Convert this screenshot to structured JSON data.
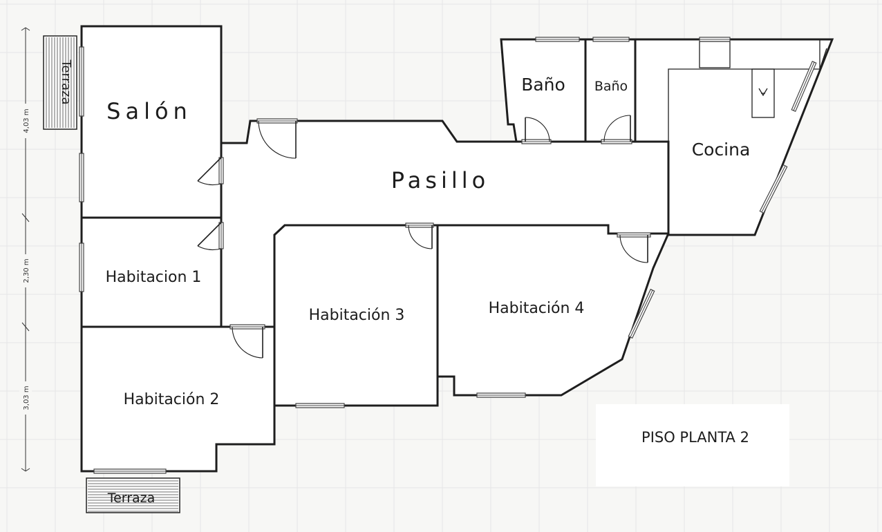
{
  "plan": {
    "title": "PISO PLANTA 2",
    "rooms": {
      "salon": "Salón",
      "pasillo": "Pasillo",
      "habitacion1": "Habitacion 1",
      "habitacion2": "Habitación 2",
      "habitacion3": "Habitación 3",
      "habitacion4": "Habitación 4",
      "bano1": "Baño",
      "bano2": "Baño",
      "cocina": "Cocina",
      "terraza_top": "Terraza",
      "terraza_bottom": "Terraza"
    },
    "dimensions": {
      "salon_height": "4,03 m",
      "habitacion1_height": "2,30 m",
      "habitacion2_height": "3,03 m"
    }
  }
}
